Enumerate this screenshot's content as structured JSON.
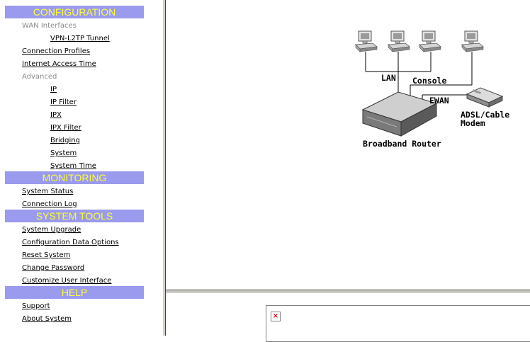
{
  "nav": {
    "sections": [
      {
        "title": "CONFIGURATION"
      },
      {
        "title": "MONITORING"
      },
      {
        "title": "SYSTEM TOOLS"
      },
      {
        "title": "HELP"
      }
    ],
    "configuration": {
      "wan_group": "WAN Interfaces",
      "vpn_l2tp": "VPN-L2TP Tunnel",
      "connection_profiles": "Connection Profiles",
      "internet_access_time": "Internet Access Time",
      "advanced_group": "Advanced",
      "advanced_items": [
        "IP",
        "IP Filter",
        "IPX",
        "IPX Filter",
        "Bridging",
        "System",
        "System Time"
      ]
    },
    "monitoring": [
      "System Status",
      "Connection Log"
    ],
    "system_tools": [
      "System Upgrade",
      "Configuration Data Options",
      "Reset System",
      "Change Password",
      "Customize User Interface"
    ],
    "help": [
      "Support",
      "About System"
    ]
  },
  "diagram": {
    "lan": "LAN",
    "console": "Console",
    "ewan": "EWAN",
    "modem_line1": "ADSL/Cable",
    "modem_line2": "Modem",
    "router": "Broadband Router"
  },
  "bottom": {
    "broken_image_icon": "broken-image-icon"
  },
  "colors": {
    "section_bg": "#9a9aee",
    "section_text": "#ffff33",
    "group_text": "#8a8a8a"
  }
}
